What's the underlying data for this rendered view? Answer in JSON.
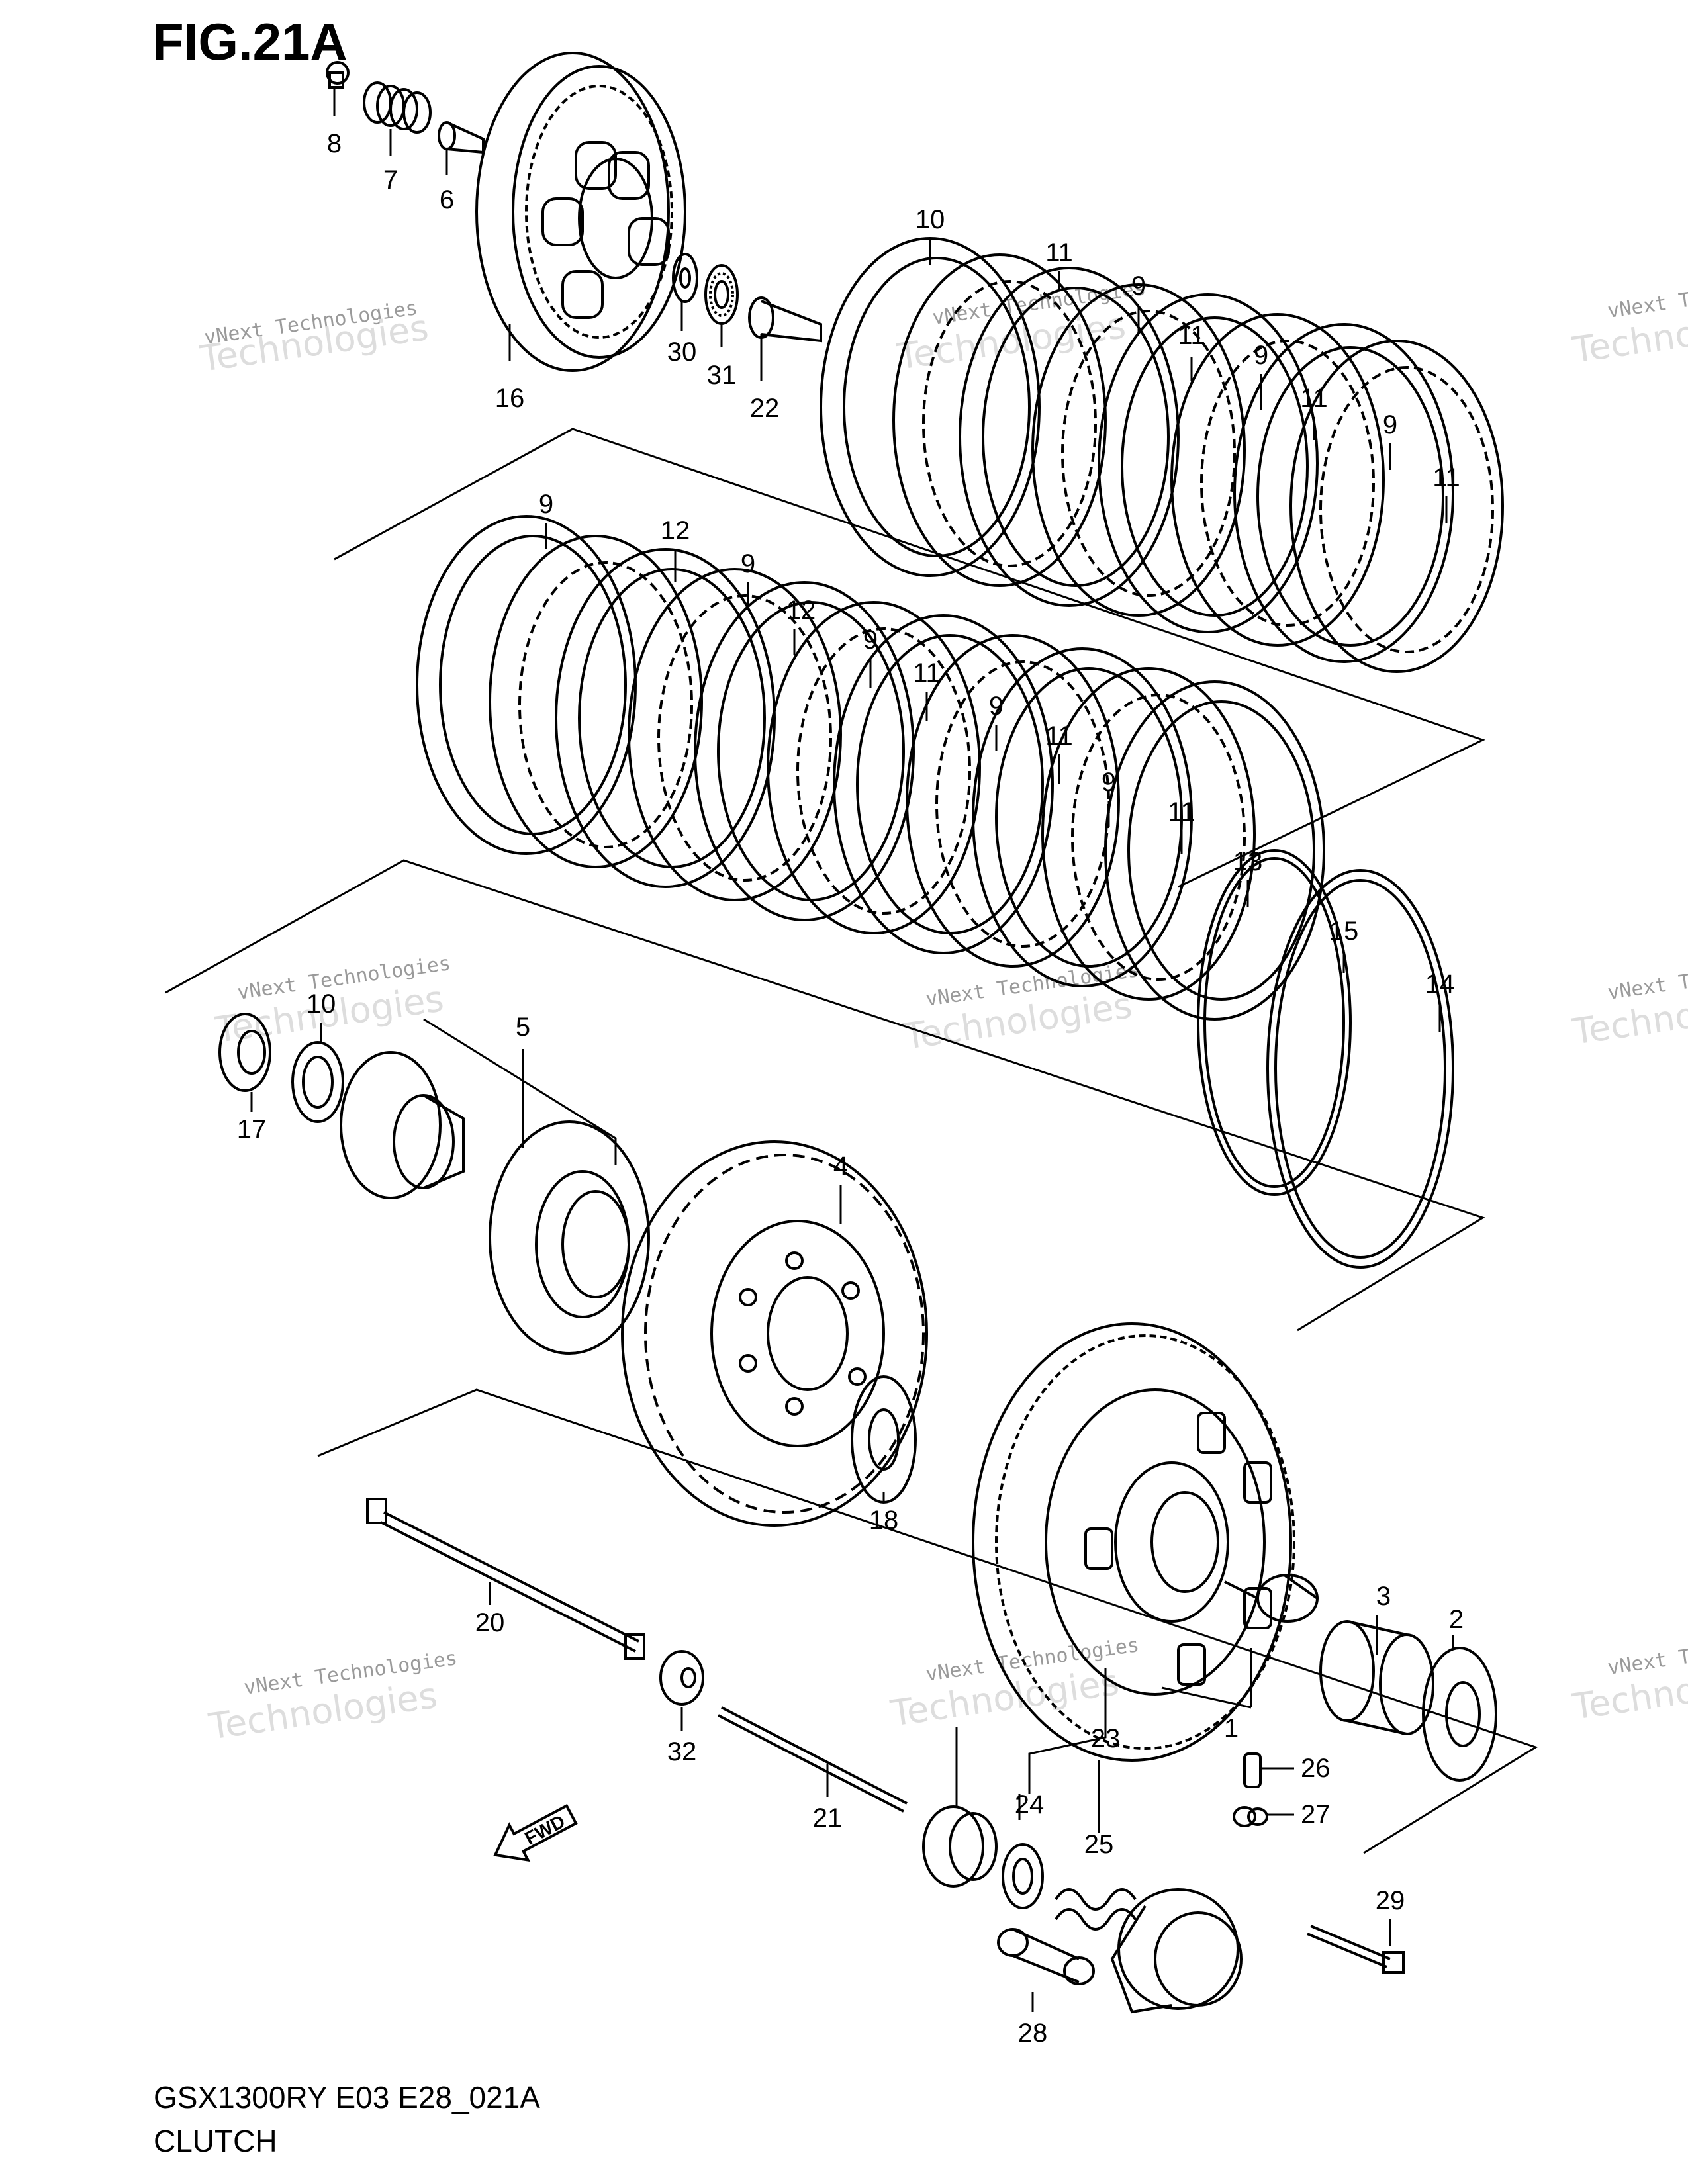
{
  "figure": {
    "title": "FIG.21A",
    "model_code": "GSX1300RY E03 E28_021A",
    "caption": "CLUTCH"
  },
  "watermark": {
    "line1": "vNext Technologies",
    "line2": "vNext",
    "line3": "Technologies"
  },
  "fwd_arrow_label": "FWD",
  "callouts": {
    "c1": "1",
    "c2": "2",
    "c3": "3",
    "c4": "4",
    "c5": "5",
    "c6": "6",
    "c7": "7",
    "c8": "8",
    "c9a": "9",
    "c9b": "9",
    "c9c": "9",
    "c9d": "9",
    "c9e": "9",
    "c9f": "9",
    "c9g": "9",
    "c9h": "9",
    "c10a": "10",
    "c10b": "10",
    "c11a": "11",
    "c11b": "11",
    "c11c": "11",
    "c11d": "11",
    "c11e": "11",
    "c11f": "11",
    "c11g": "11",
    "c12a": "12",
    "c12b": "12",
    "c13": "13",
    "c14": "14",
    "c15": "15",
    "c16": "16",
    "c17": "17",
    "c18": "18",
    "c20": "20",
    "c21": "21",
    "c22": "22",
    "c23": "23",
    "c24": "24",
    "c25": "25",
    "c26": "26",
    "c27": "27",
    "c28": "28",
    "c29": "29",
    "c30": "30",
    "c31": "31",
    "c32": "32"
  }
}
